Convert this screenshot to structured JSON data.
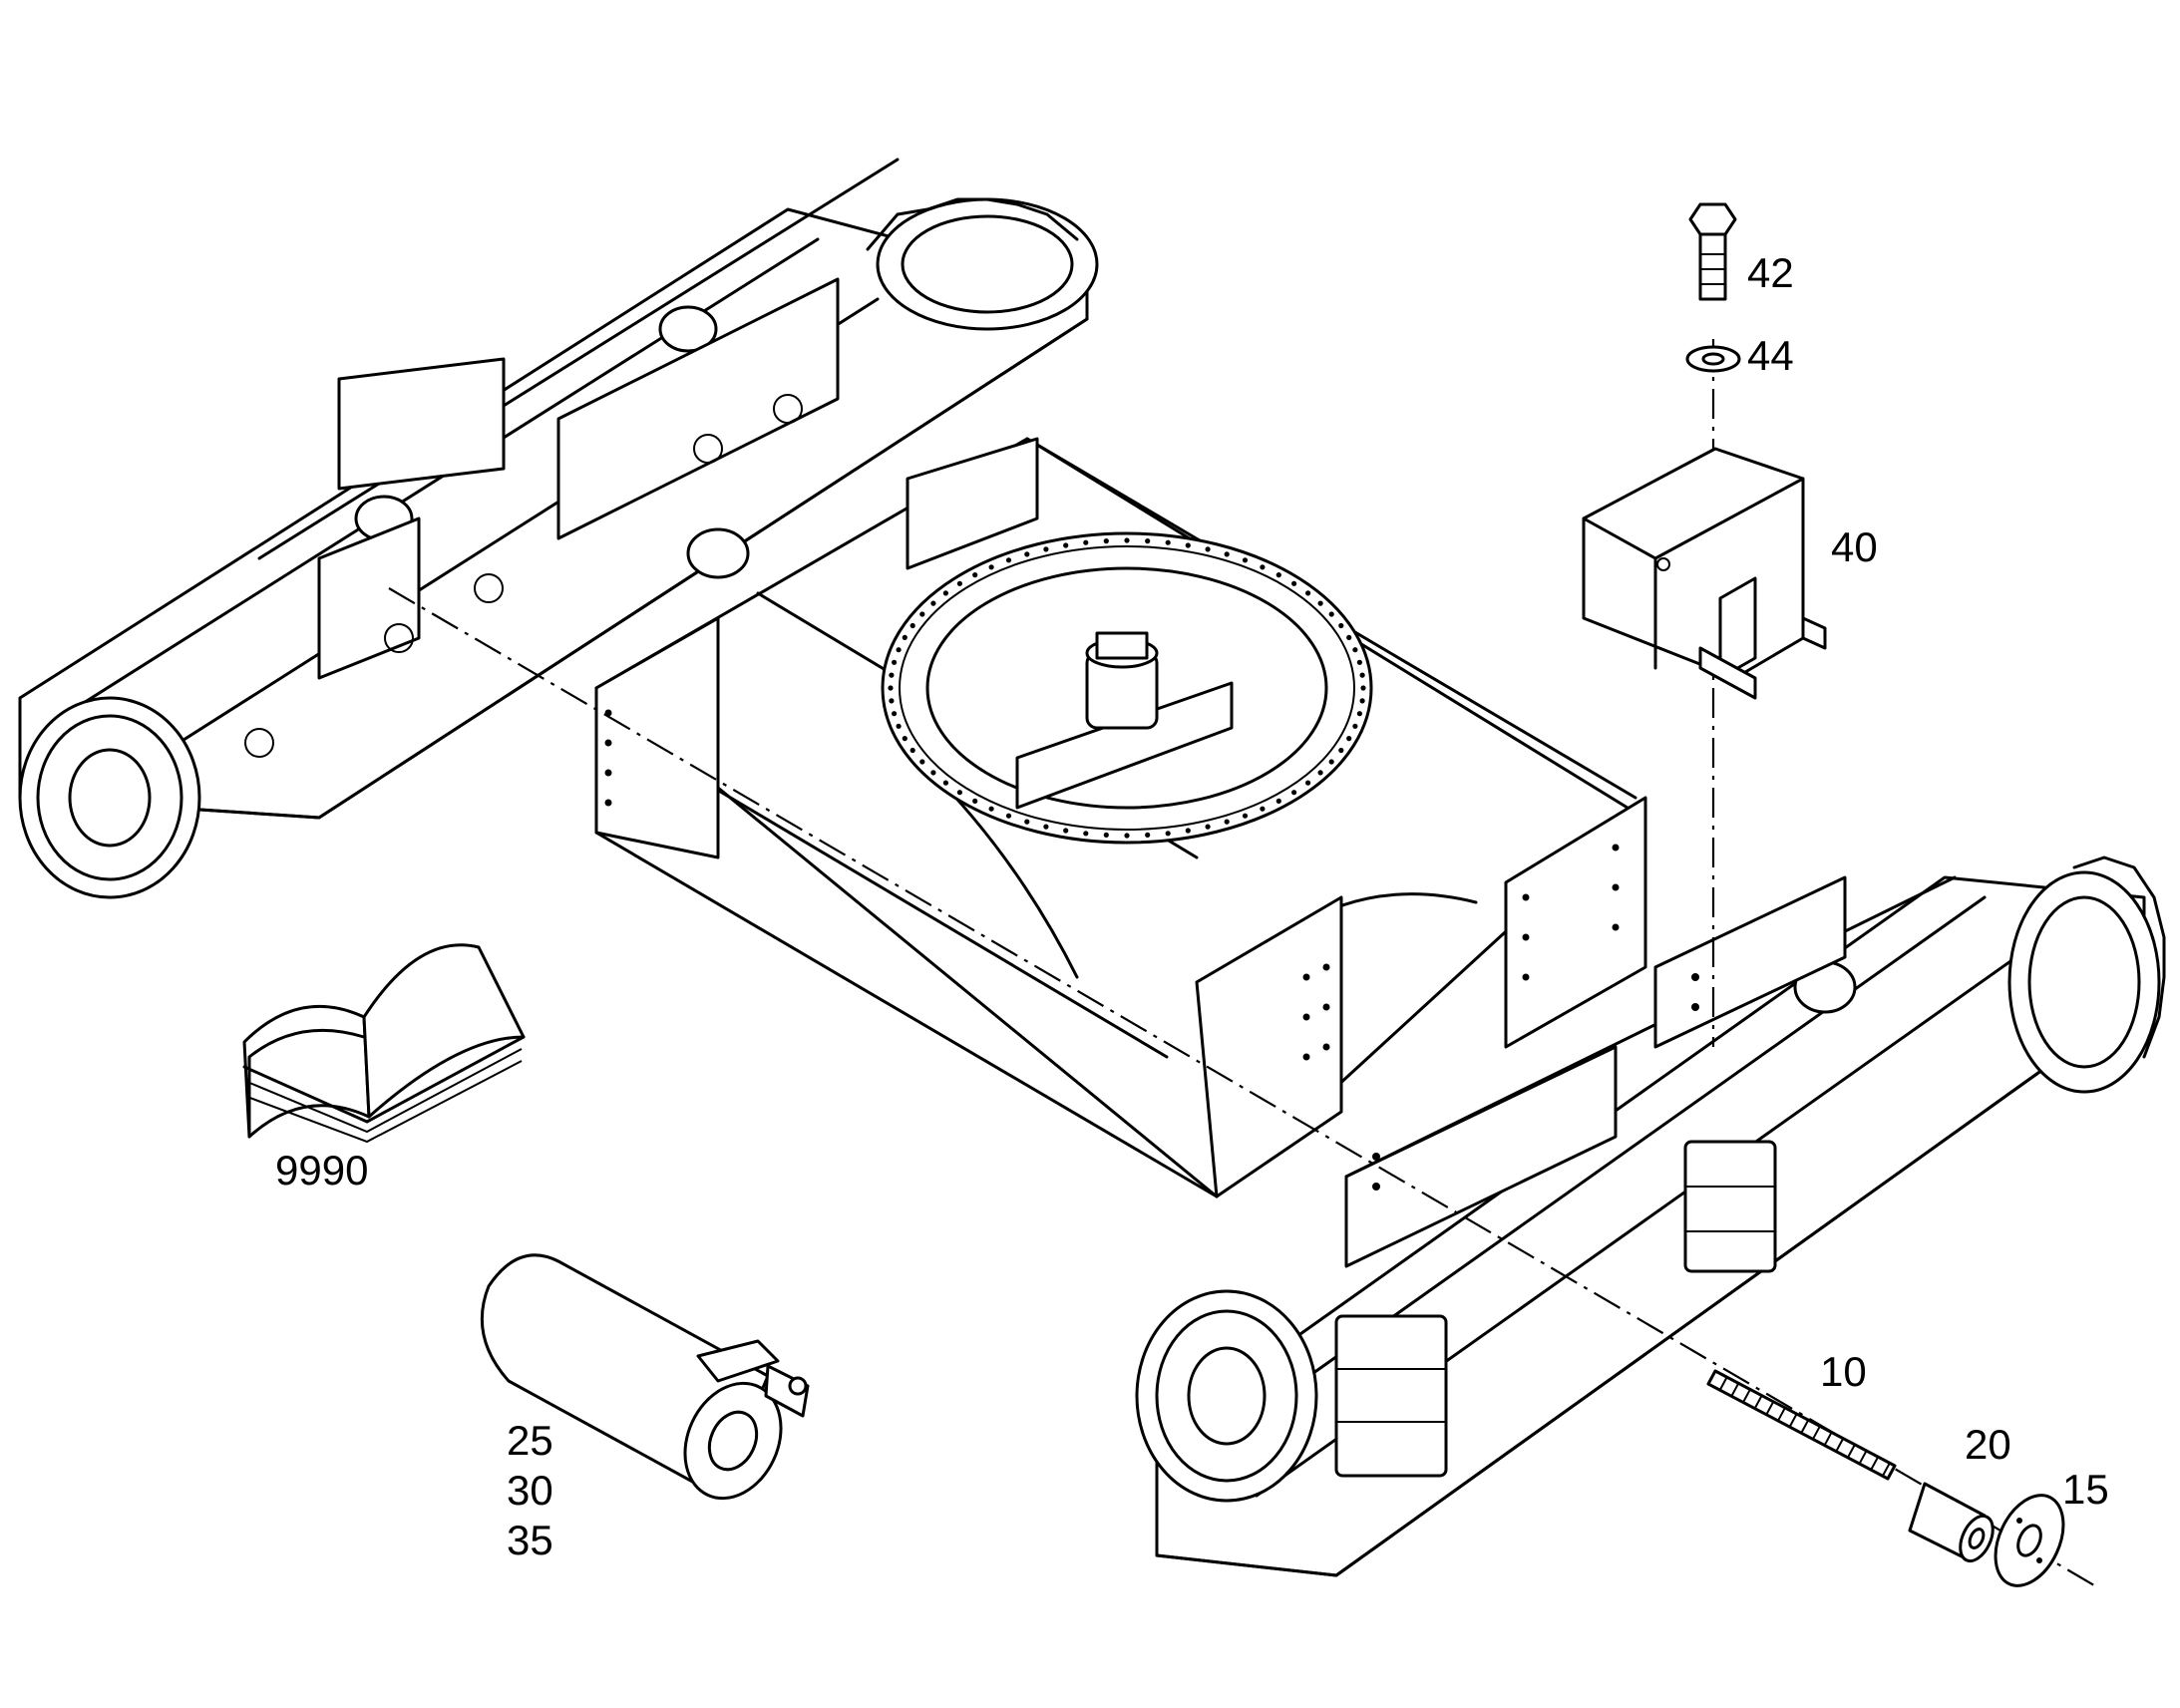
{
  "callouts": {
    "bolt": "42",
    "washer": "44",
    "cover": "40",
    "manual": "9990",
    "pin": "10",
    "bushing": "20",
    "cap": "15",
    "cylinder": [
      "25",
      "30",
      "35"
    ]
  },
  "colors": {
    "ink": "#000000",
    "background": "#ffffff"
  }
}
